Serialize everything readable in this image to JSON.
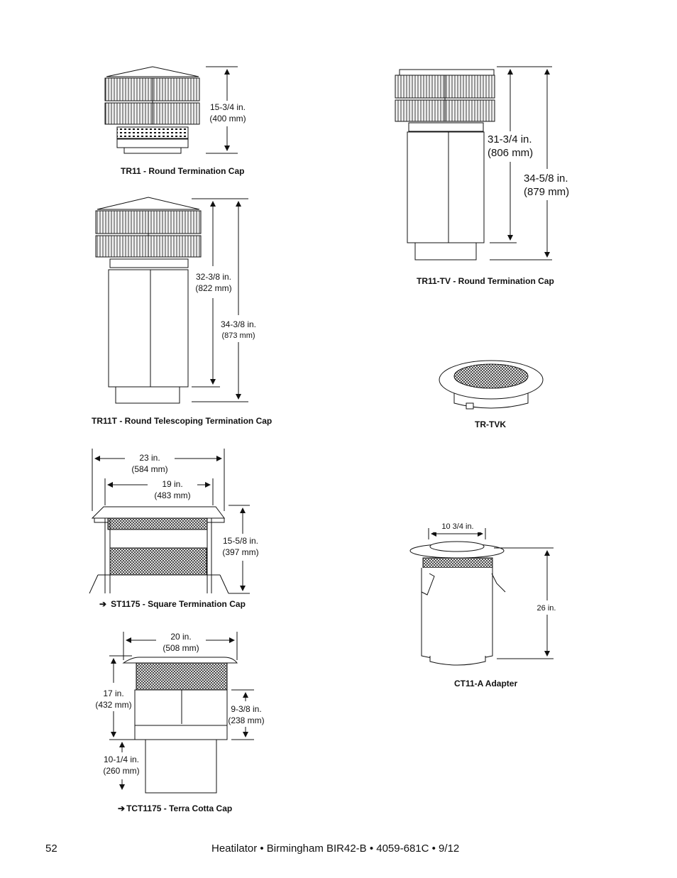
{
  "figures": {
    "tr11": {
      "caption": "TR11 - Round Termination Cap",
      "dim_height": "15-3/4 in.",
      "dim_height_mm": "(400 mm)"
    },
    "tr11t": {
      "caption": "TR11T - Round Telescoping Termination Cap",
      "dim_a": "32-3/8 in.",
      "dim_a_mm": "(822 mm)",
      "dim_b": "34-3/8 in.",
      "dim_b_mm": "(873 mm)"
    },
    "tr11tv": {
      "caption": "TR11-TV - Round Termination Cap",
      "dim_a": "31-3/4 in.",
      "dim_a_mm": "(806 mm)",
      "dim_b": "34-5/8 in.",
      "dim_b_mm": "(879 mm)"
    },
    "trtvk": {
      "caption": "TR-TVK"
    },
    "st1175": {
      "caption": "ST1175 - Square Termination Cap",
      "dim_w_outer": "23 in.",
      "dim_w_outer_mm": "(584 mm)",
      "dim_w_inner": "19 in.",
      "dim_w_inner_mm": "(483 mm)",
      "dim_h": "15-5/8 in.",
      "dim_h_mm": "(397 mm)",
      "marker": "arrow-right-icon"
    },
    "tct1175": {
      "caption": "TCT1175 - Terra Cotta Cap",
      "dim_w": "20 in.",
      "dim_w_mm": "(508 mm)",
      "dim_h": "17 in.",
      "dim_h_mm": "(432 mm)",
      "dim_mid": "9-3/8 in.",
      "dim_mid_mm": "(238 mm)",
      "dim_low": "10-1/4 in.",
      "dim_low_mm": "(260 mm)",
      "marker": "arrow-right-icon"
    },
    "ct11a": {
      "caption": "CT11-A Adapter",
      "dim_w": "10 3/4 in.",
      "dim_h": "26 in."
    }
  },
  "footer": {
    "page_number": "52",
    "document": "Heatilator • Birmingham BIR42-B • 4059-681C • 9/12"
  }
}
